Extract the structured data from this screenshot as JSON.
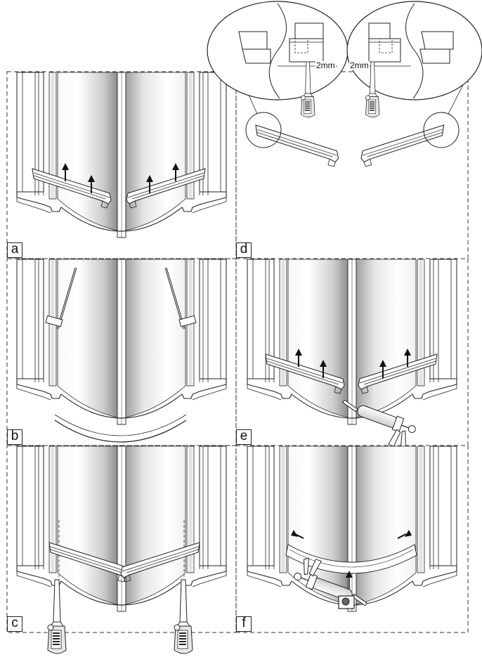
{
  "panels": [
    {
      "id": "a",
      "label": "a"
    },
    {
      "id": "b",
      "label": "b"
    },
    {
      "id": "c",
      "label": "c"
    },
    {
      "id": "d",
      "label": "d"
    },
    {
      "id": "e",
      "label": "e"
    },
    {
      "id": "f",
      "label": "f"
    }
  ],
  "measurements": {
    "left_gap": "2mm",
    "right_gap": "2mm"
  },
  "colors": {
    "line": "#222222",
    "glass_light": "#f4f4f4",
    "glass_dark": "#9a9a9a",
    "dash": "#333333"
  }
}
